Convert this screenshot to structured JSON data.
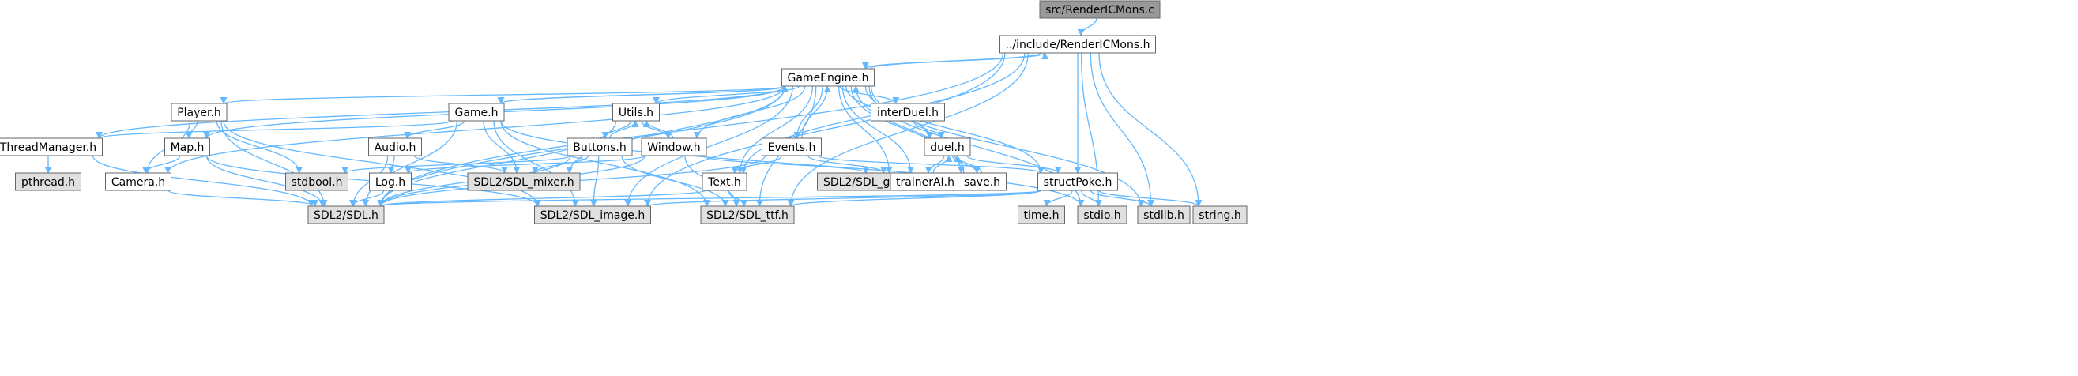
{
  "graph": {
    "colors": {
      "edge": "#63b8ff",
      "node_border": "#666666",
      "node_fill": "#ffffff",
      "external_fill": "#e0e0e0",
      "root_fill": "#999999"
    },
    "nodes": [
      {
        "id": "render_c",
        "label": "src/RenderICMons.c",
        "kind": "root"
      },
      {
        "id": "render_h",
        "label": "../include/RenderICMons.h",
        "kind": "local"
      },
      {
        "id": "gameengine",
        "label": "GameEngine.h",
        "kind": "local"
      },
      {
        "id": "player",
        "label": "Player.h",
        "kind": "local"
      },
      {
        "id": "game",
        "label": "Game.h",
        "kind": "local"
      },
      {
        "id": "utils",
        "label": "Utils.h",
        "kind": "local"
      },
      {
        "id": "interduel",
        "label": "interDuel.h",
        "kind": "local"
      },
      {
        "id": "threadmanager",
        "label": "ThreadManager.h",
        "kind": "local"
      },
      {
        "id": "map",
        "label": "Map.h",
        "kind": "local"
      },
      {
        "id": "audio",
        "label": "Audio.h",
        "kind": "local"
      },
      {
        "id": "buttons",
        "label": "Buttons.h",
        "kind": "local"
      },
      {
        "id": "window",
        "label": "Window.h",
        "kind": "local"
      },
      {
        "id": "events",
        "label": "Events.h",
        "kind": "local"
      },
      {
        "id": "duel",
        "label": "duel.h",
        "kind": "local"
      },
      {
        "id": "pthread",
        "label": "pthread.h",
        "kind": "external"
      },
      {
        "id": "camera",
        "label": "Camera.h",
        "kind": "local"
      },
      {
        "id": "stdbool",
        "label": "stdbool.h",
        "kind": "external"
      },
      {
        "id": "log",
        "label": "Log.h",
        "kind": "local"
      },
      {
        "id": "sdl_mixer",
        "label": "SDL2/SDL_mixer.h",
        "kind": "external"
      },
      {
        "id": "sdl_gc",
        "label": "SDL2/SDL_gamecontroller.h",
        "kind": "external"
      },
      {
        "id": "text",
        "label": "Text.h",
        "kind": "local"
      },
      {
        "id": "trainerai",
        "label": "trainerAI.h",
        "kind": "local"
      },
      {
        "id": "save",
        "label": "save.h",
        "kind": "local"
      },
      {
        "id": "structpoke",
        "label": "structPoke.h",
        "kind": "local"
      },
      {
        "id": "sdl",
        "label": "SDL2/SDL.h",
        "kind": "external"
      },
      {
        "id": "sdl_image",
        "label": "SDL2/SDL_image.h",
        "kind": "external"
      },
      {
        "id": "sdl_ttf",
        "label": "SDL2/SDL_ttf.h",
        "kind": "external"
      },
      {
        "id": "time",
        "label": "time.h",
        "kind": "external"
      },
      {
        "id": "stdio",
        "label": "stdio.h",
        "kind": "external"
      },
      {
        "id": "stdlib",
        "label": "stdlib.h",
        "kind": "external"
      },
      {
        "id": "string",
        "label": "string.h",
        "kind": "external"
      }
    ],
    "edges": [
      [
        "render_c",
        "render_h"
      ],
      [
        "render_h",
        "gameengine"
      ],
      [
        "render_h",
        "sdl"
      ],
      [
        "render_h",
        "text"
      ],
      [
        "render_h",
        "structpoke"
      ],
      [
        "render_h",
        "sdl_ttf"
      ],
      [
        "render_h",
        "stdio"
      ],
      [
        "render_h",
        "stdlib"
      ],
      [
        "render_h",
        "string"
      ],
      [
        "render_h",
        "sdl_image"
      ],
      [
        "gameengine",
        "render_h"
      ],
      [
        "gameengine",
        "player"
      ],
      [
        "gameengine",
        "game"
      ],
      [
        "gameengine",
        "utils"
      ],
      [
        "gameengine",
        "interduel"
      ],
      [
        "gameengine",
        "threadmanager"
      ],
      [
        "gameengine",
        "map"
      ],
      [
        "gameengine",
        "camera"
      ],
      [
        "gameengine",
        "window"
      ],
      [
        "gameengine",
        "events"
      ],
      [
        "gameengine",
        "duel"
      ],
      [
        "gameengine",
        "text"
      ],
      [
        "gameengine",
        "trainerai"
      ],
      [
        "gameengine",
        "save"
      ],
      [
        "gameengine",
        "structpoke"
      ],
      [
        "gameengine",
        "sdl"
      ],
      [
        "gameengine",
        "sdl_mixer"
      ],
      [
        "gameengine",
        "sdl_gc"
      ],
      [
        "gameengine",
        "sdl_image"
      ],
      [
        "gameengine",
        "sdl_ttf"
      ],
      [
        "gameengine",
        "stdio"
      ],
      [
        "gameengine",
        "stdlib"
      ],
      [
        "player",
        "map"
      ],
      [
        "player",
        "camera"
      ],
      [
        "player",
        "stdbool"
      ],
      [
        "player",
        "sdl"
      ],
      [
        "player",
        "sdl_image"
      ],
      [
        "game",
        "gameengine"
      ],
      [
        "game",
        "threadmanager"
      ],
      [
        "game",
        "audio"
      ],
      [
        "game",
        "sdl"
      ],
      [
        "game",
        "sdl_mixer"
      ],
      [
        "game",
        "sdl_image"
      ],
      [
        "game",
        "sdl_ttf"
      ],
      [
        "game",
        "stdio"
      ],
      [
        "utils",
        "buttons"
      ],
      [
        "utils",
        "window"
      ],
      [
        "utils",
        "sdl"
      ],
      [
        "threadmanager",
        "pthread"
      ],
      [
        "threadmanager",
        "sdl"
      ],
      [
        "map",
        "camera"
      ],
      [
        "map",
        "sdl"
      ],
      [
        "map",
        "sdl_image"
      ],
      [
        "audio",
        "log"
      ],
      [
        "audio",
        "sdl_mixer"
      ],
      [
        "audio",
        "sdl"
      ],
      [
        "buttons",
        "utils"
      ],
      [
        "buttons",
        "stdbool"
      ],
      [
        "buttons",
        "sdl_mixer"
      ],
      [
        "buttons",
        "sdl"
      ],
      [
        "buttons",
        "sdl_image"
      ],
      [
        "buttons",
        "sdl_ttf"
      ],
      [
        "window",
        "utils"
      ],
      [
        "window",
        "log"
      ],
      [
        "window",
        "sdl_gc"
      ],
      [
        "window",
        "sdl"
      ],
      [
        "window",
        "sdl_ttf"
      ],
      [
        "events",
        "gameengine"
      ],
      [
        "events",
        "text"
      ],
      [
        "events",
        "sdl_gc"
      ],
      [
        "events",
        "structpoke"
      ],
      [
        "events",
        "sdl"
      ],
      [
        "interduel",
        "duel"
      ],
      [
        "duel",
        "trainerai"
      ],
      [
        "duel",
        "save"
      ],
      [
        "duel",
        "structpoke"
      ],
      [
        "trainerai",
        "duel"
      ],
      [
        "save",
        "duel"
      ],
      [
        "save",
        "gameengine"
      ],
      [
        "camera",
        "sdl"
      ],
      [
        "log",
        "sdl"
      ],
      [
        "text",
        "sdl"
      ],
      [
        "text",
        "sdl_ttf"
      ],
      [
        "structpoke",
        "sdl"
      ],
      [
        "structpoke",
        "sdl_image"
      ],
      [
        "structpoke",
        "sdl_ttf"
      ],
      [
        "structpoke",
        "time"
      ],
      [
        "structpoke",
        "stdio"
      ],
      [
        "structpoke",
        "stdlib"
      ],
      [
        "structpoke",
        "string"
      ]
    ]
  }
}
